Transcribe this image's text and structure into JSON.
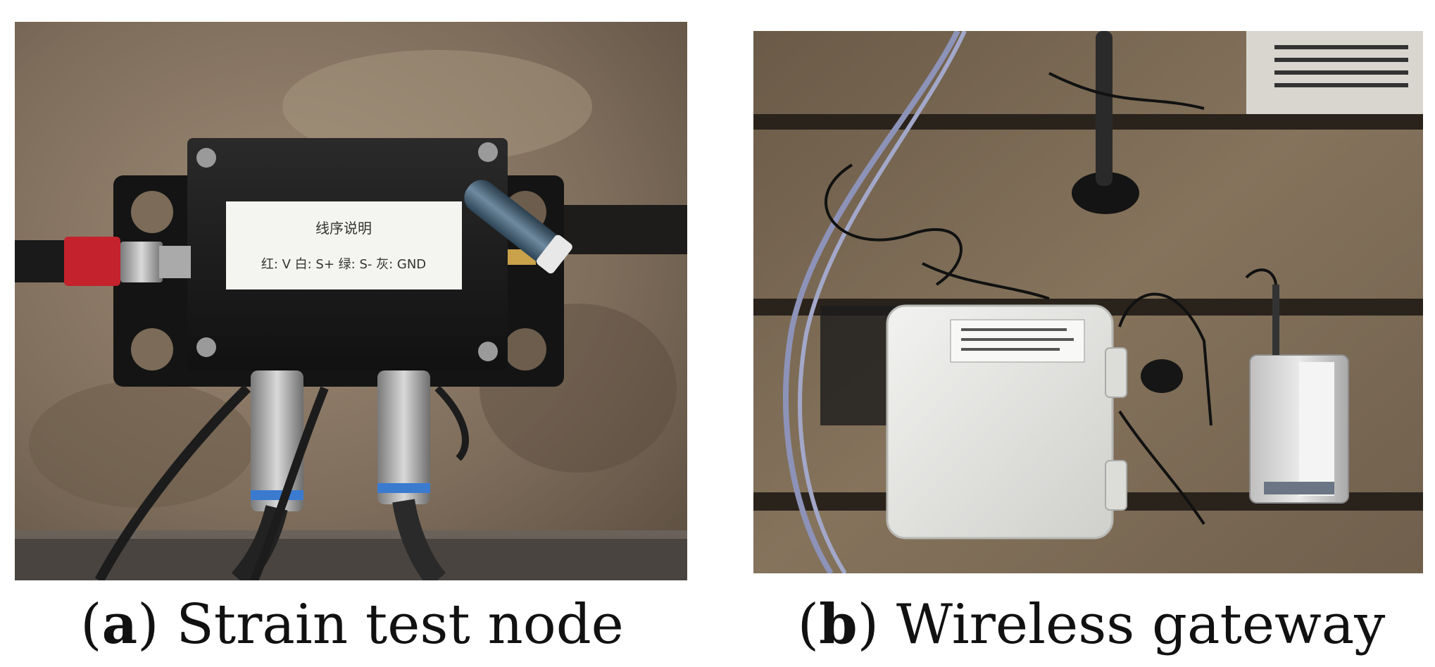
{
  "panels": [
    {
      "letter": "a",
      "caption": "Strain test node",
      "photo_label": {
        "line1": "线序说明",
        "line2": "红: V 白: S+ 绿: S- 灰: GND"
      }
    },
    {
      "letter": "b",
      "caption": "Wireless gateway"
    }
  ]
}
